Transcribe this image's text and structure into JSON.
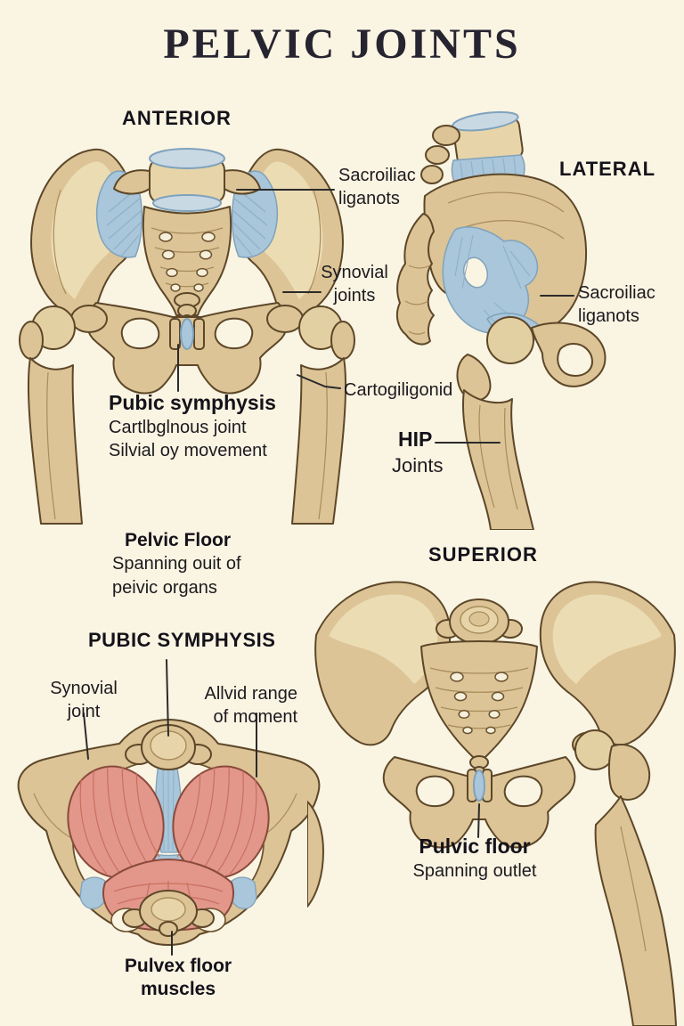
{
  "title": "PELVIC JOINTS",
  "colors": {
    "background": "#FAF4E2",
    "bone": "#DCC496",
    "bone_light": "#EBDCB4",
    "outline": "#5D4729",
    "ligament_blue": "#A9C6DA",
    "muscle_pink": "#E2978A",
    "text": "#1C1A1F"
  },
  "anterior": {
    "heading": "ANTERIOR",
    "sacroiliac_l1": "Sacroiliac",
    "sacroiliac_l2": "liganots",
    "synovial_l1": "Synovial",
    "synovial_l2": "joints",
    "symphysis_title": "Pubic symphysis",
    "symphysis_sub1": "Cartlbglnous joint",
    "symphysis_sub2": "Silvial oy movement",
    "cartogiligonid": "Cartogiligonid"
  },
  "lateral": {
    "heading": "LATERAL",
    "sacroiliac_l1": "Sacroiliac",
    "sacroiliac_l2": "liganots",
    "hip_title": "HIP",
    "hip_sub": "Joints"
  },
  "pelvic_floor_note": {
    "title": "Pelvic Floor",
    "sub1": "Spanning ouit of",
    "sub2": "peivic organs"
  },
  "pubic_symphysis_view": {
    "heading": "PUBIC SYMPHYSIS",
    "synovial_l1": "Synovial",
    "synovial_l2": "joint",
    "range_l1": "Allvid range",
    "range_l2": "of moment",
    "muscles_l1": "Pulvex floor",
    "muscles_l2": "muscles"
  },
  "superior": {
    "heading": "SUPERIOR",
    "floor_title": "Pulvic floor",
    "floor_sub": "Spanning outlet"
  }
}
